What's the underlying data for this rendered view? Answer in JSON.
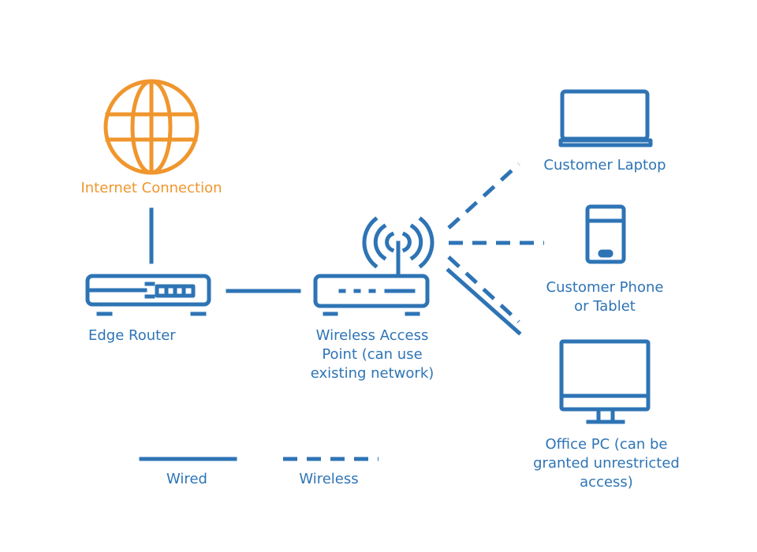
{
  "colors": {
    "blue": "#2e74b5",
    "orange": "#f0962d",
    "background": "#ffffff"
  },
  "nodes": {
    "internet": {
      "label": "Internet Connection",
      "icon": "globe-icon"
    },
    "router": {
      "label": "Edge Router",
      "icon": "router-icon"
    },
    "access_point": {
      "label": "Wireless Access\nPoint (can use\nexisting network)",
      "icon": "wifi-router-icon"
    },
    "laptop": {
      "label": "Customer Laptop",
      "icon": "laptop-icon"
    },
    "phone": {
      "label": "Customer Phone\nor Tablet",
      "icon": "phone-icon"
    },
    "office_pc": {
      "label": "Office PC (can be\ngranted unrestricted\naccess)",
      "icon": "monitor-icon"
    }
  },
  "connections": [
    {
      "from": "internet",
      "to": "router",
      "type": "wired"
    },
    {
      "from": "router",
      "to": "access_point",
      "type": "wired"
    },
    {
      "from": "access_point",
      "to": "laptop",
      "type": "wireless"
    },
    {
      "from": "access_point",
      "to": "phone",
      "type": "wireless"
    },
    {
      "from": "access_point",
      "to": "office_pc",
      "type": "wireless"
    },
    {
      "from": "access_point",
      "to": "office_pc",
      "type": "wired"
    }
  ],
  "legend": {
    "wired": "Wired",
    "wireless": "Wireless"
  }
}
